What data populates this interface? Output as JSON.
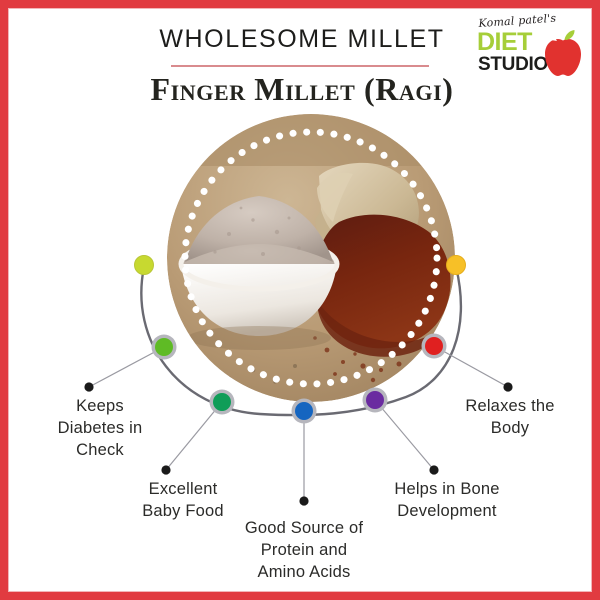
{
  "poster": {
    "frame_color": "#e13b40",
    "background_color": "#ffffff"
  },
  "header": {
    "kicker": "WHOLESOME MILLET",
    "title": "Finger Millet (Ragi)",
    "rule_color": "#d98b8e"
  },
  "logo": {
    "script_text": "Komal patel's",
    "word_diet": "DIET",
    "word_studio": "STUDIO",
    "diet_color": "#a6ce39",
    "studio_color": "#1d1d1b",
    "apple_color": "#e1322f",
    "leaf_color": "#a6ce39",
    "apple_icon": "apple-icon"
  },
  "photo": {
    "alt": "White bowl of finger millet (ragi) flour beside a burlap sack spilling dark red ragi grains on a tan surface",
    "dotted_ring_color": "#ffffff",
    "surface_color": "#b2norm"
  },
  "benefits": [
    {
      "id": "keeps-diabetes-in-check",
      "text": "Keeps\nDiabetes in\nCheck",
      "dot_color": "#c7d930",
      "dot_name": "benefit-dot-yellow"
    },
    {
      "id": "excellent-baby-food",
      "text": "Excellent\nBaby Food",
      "dot_color": "#5fbb25",
      "dot_name": "benefit-dot-light-green"
    },
    {
      "id": "good-source-of-protein-and-amino-acids",
      "text": "Good Source of\nProtein and\nAmino Acids",
      "dot_color": "#0f9d58",
      "dot_name": "benefit-dot-teal"
    },
    {
      "id": "helps-in-bone-development",
      "text": "Helps in Bone\nDevelopment",
      "dot_color": "#1565c0",
      "dot_name": "benefit-dot-blue"
    },
    {
      "id": "relaxes-the-body",
      "text": "Relaxes the\nBody",
      "dot_color": "#6a2ba0",
      "dot_name": "benefit-dot-purple"
    },
    {
      "id": "benefit-red",
      "text": "",
      "dot_color": "#e02020",
      "dot_name": "benefit-dot-red"
    },
    {
      "id": "benefit-amber",
      "text": "",
      "dot_color": "#f7c027",
      "dot_name": "benefit-dot-amber"
    }
  ],
  "labels": {
    "diabetes": "Keeps\nDiabetes in\nCheck",
    "baby_food": "Excellent\nBaby Food",
    "protein": "Good Source of\nProtein and\nAmino Acids",
    "bone": "Helps in Bone\nDevelopment",
    "relax": "Relaxes the\nBody"
  },
  "arc": {
    "stroke_color": "#6a6a72",
    "leader_color": "#9a9aa2",
    "endpoint_color": "#1a1a1a",
    "dot_ring_color": "#a8a8b0"
  }
}
